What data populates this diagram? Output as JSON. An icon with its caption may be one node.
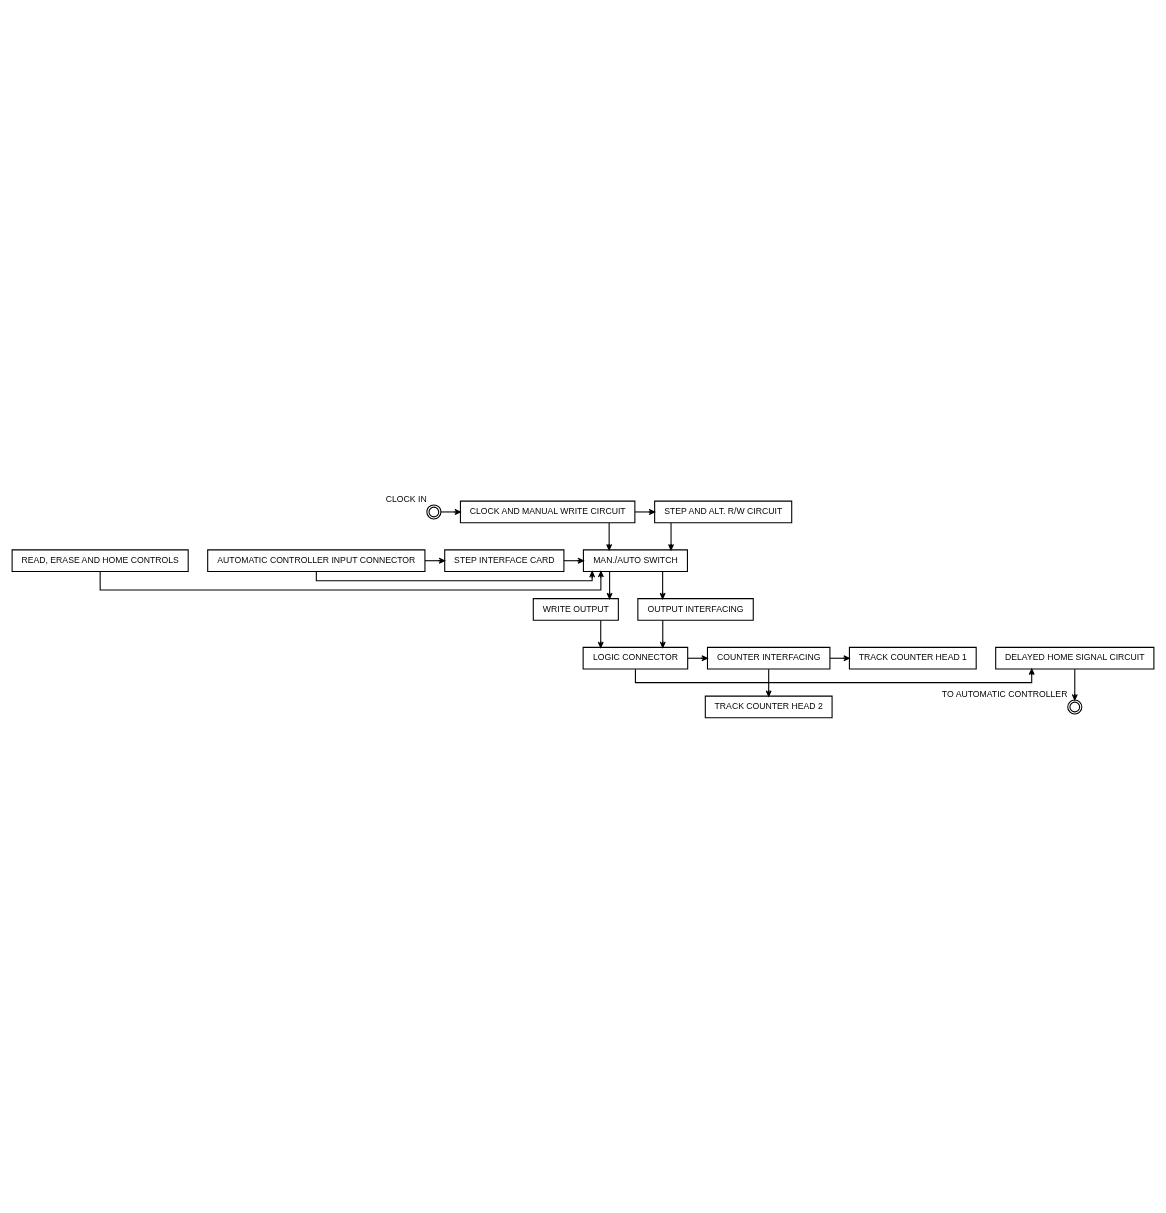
{
  "diagram": {
    "nodes": [
      {
        "text": [
          "STEP AND ALT. R/W CIRCUIT"
        ]
      },
      {
        "text": [
          "CLOCK AND MANUAL WRITE CIRCUIT"
        ]
      },
      {
        "text": [],
        "shape": "circle",
        "beside": [
          "CLOCK IN"
        ]
      },
      {
        "text": [
          "READ, ERASE AND HOME CONTROLS"
        ]
      },
      {
        "text": [
          "MAN./AUTO SWITCH"
        ]
      },
      {
        "text": [
          "STEP INTERFACE CARD"
        ]
      },
      {
        "text": [
          "AUTOMATIC CONTROLLER INPUT CONNECTOR"
        ]
      },
      {
        "text": [
          "WRITE OUTPUT"
        ]
      },
      {
        "text": [
          "OUTPUT INTERFACING"
        ]
      },
      {
        "text": [
          "DELAYED HOME SIGNAL CIRCUIT"
        ]
      },
      {
        "text": [
          "LOGIC CONNECTOR"
        ]
      },
      {
        "text": [
          "COUNTER INTERFACING"
        ]
      },
      {
        "text": [
          "TRACK COUNTER HEAD 1"
        ]
      },
      {
        "text": [
          "TRACK COUNTER HEAD 2"
        ]
      },
      {
        "text": [],
        "shape": "circle",
        "beside": [
          "TO AUTOMATIC CONTROLLER"
        ]
      }
    ],
    "edges": [
      {
        "from": 2,
        "to": 1,
        "arrow": "to"
      },
      {
        "from": 1,
        "to": 0,
        "arrow": "to"
      },
      {
        "from": 0,
        "to": 4,
        "arrow": "to"
      },
      {
        "from": 1,
        "to": 4,
        "arrow": "to"
      },
      {
        "from": 3,
        "to": 4,
        "arrow": "to"
      },
      {
        "from": 6,
        "to": 5,
        "arrow": "to"
      },
      {
        "from": 5,
        "to": 4,
        "arrow": "to"
      },
      {
        "from": 6,
        "to": 4,
        "arrow": "to"
      },
      {
        "from": 4,
        "to": 7,
        "arrow": "to"
      },
      {
        "from": 4,
        "to": 8,
        "arrow": "to"
      },
      {
        "from": 7,
        "to": 10,
        "arrow": "to"
      },
      {
        "from": 8,
        "to": 10,
        "arrow": "to"
      },
      {
        "from": 10,
        "to": 9,
        "arrow": "to"
      },
      {
        "from": 10,
        "to": 11,
        "arrow": "to"
      },
      {
        "from": 11,
        "to": 12,
        "arrow": "to"
      },
      {
        "from": 11,
        "to": 13,
        "arrow": "to"
      },
      {
        "from": 9,
        "to": 14,
        "arrow": "to"
      }
    ]
  }
}
